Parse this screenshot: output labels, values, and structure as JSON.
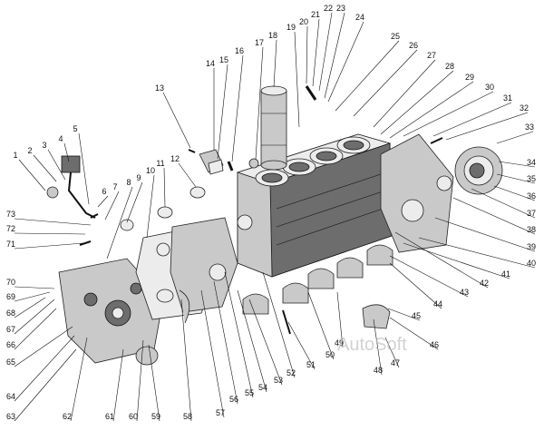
{
  "watermark": "AutoSoft",
  "callouts": [
    "1",
    "2",
    "3",
    "4",
    "5",
    "6",
    "7",
    "8",
    "9",
    "10",
    "11",
    "12",
    "13",
    "14",
    "15",
    "16",
    "17",
    "18",
    "19",
    "20",
    "21",
    "22",
    "23",
    "24",
    "25",
    "26",
    "27",
    "28",
    "29",
    "30",
    "31",
    "32",
    "33",
    "34",
    "35",
    "36",
    "37",
    "38",
    "39",
    "40",
    "41",
    "42",
    "43",
    "44",
    "45",
    "46",
    "47",
    "48",
    "49",
    "50",
    "51",
    "52",
    "53",
    "54",
    "55",
    "56",
    "57",
    "58",
    "59",
    "60",
    "61",
    "62",
    "63",
    "64",
    "65",
    "66",
    "67",
    "68",
    "69",
    "70",
    "71",
    "72",
    "73"
  ]
}
